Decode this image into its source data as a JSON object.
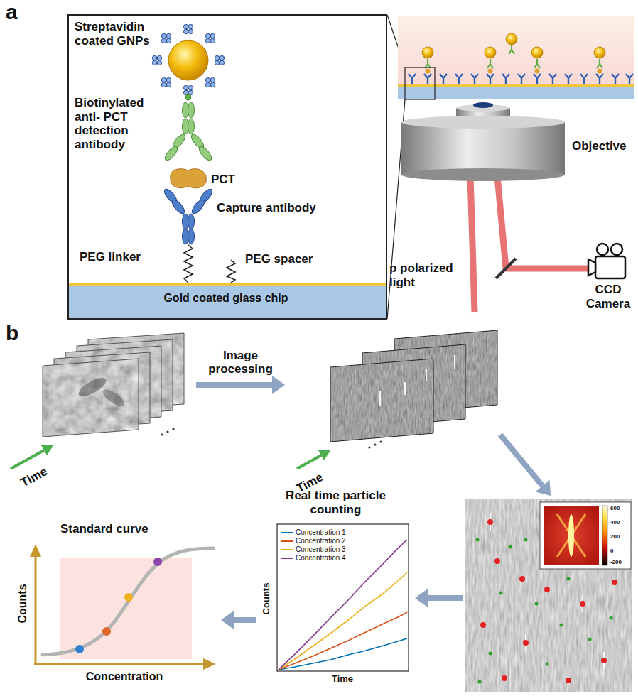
{
  "diagram": {
    "nodes": [
      {
        "text": [
          "Streptavidin coated GNPs",
          "Biotinylated anti- PCT detection antibody",
          "PCT",
          "Capture antibody",
          "PEG linker",
          "PEG spacer"
        ]
      },
      {
        "text": [
          "Gold coated glass chip"
        ],
        "in": 0
      },
      {
        "text": [
          "Time"
        ]
      },
      {
        "text": [
          "Time"
        ]
      },
      {
        "text": [
          "600",
          "400",
          "200",
          "0",
          "-200"
        ]
      },
      {
        "text": [
          "Real time particle counting",
          "Counts",
          "Time"
        ]
      },
      {
        "text": [
          "Standard curve",
          "Counts",
          "Concentration"
        ]
      }
    ],
    "edges": [
      {
        "from": 2,
        "to": 3,
        "arrow": "to",
        "label": "Image processing"
      },
      {
        "from": 3,
        "to": 4,
        "arrow": "to"
      },
      {
        "from": 4,
        "to": 5,
        "arrow": "to"
      },
      {
        "from": 5,
        "to": 6,
        "arrow": "to"
      }
    ],
    "labels": [
      "a",
      "Objective",
      "p polarized light",
      "CCD Camera",
      "b"
    ],
    "legend": [
      {
        "text": "Concentration 1",
        "color": "#0072BD"
      },
      {
        "text": "Concentration 2",
        "color": "#D95319"
      },
      {
        "text": "Concentration 3",
        "color": "#EDB120"
      },
      {
        "text": "Concentration 4",
        "color": "#7E2F8E"
      }
    ]
  }
}
